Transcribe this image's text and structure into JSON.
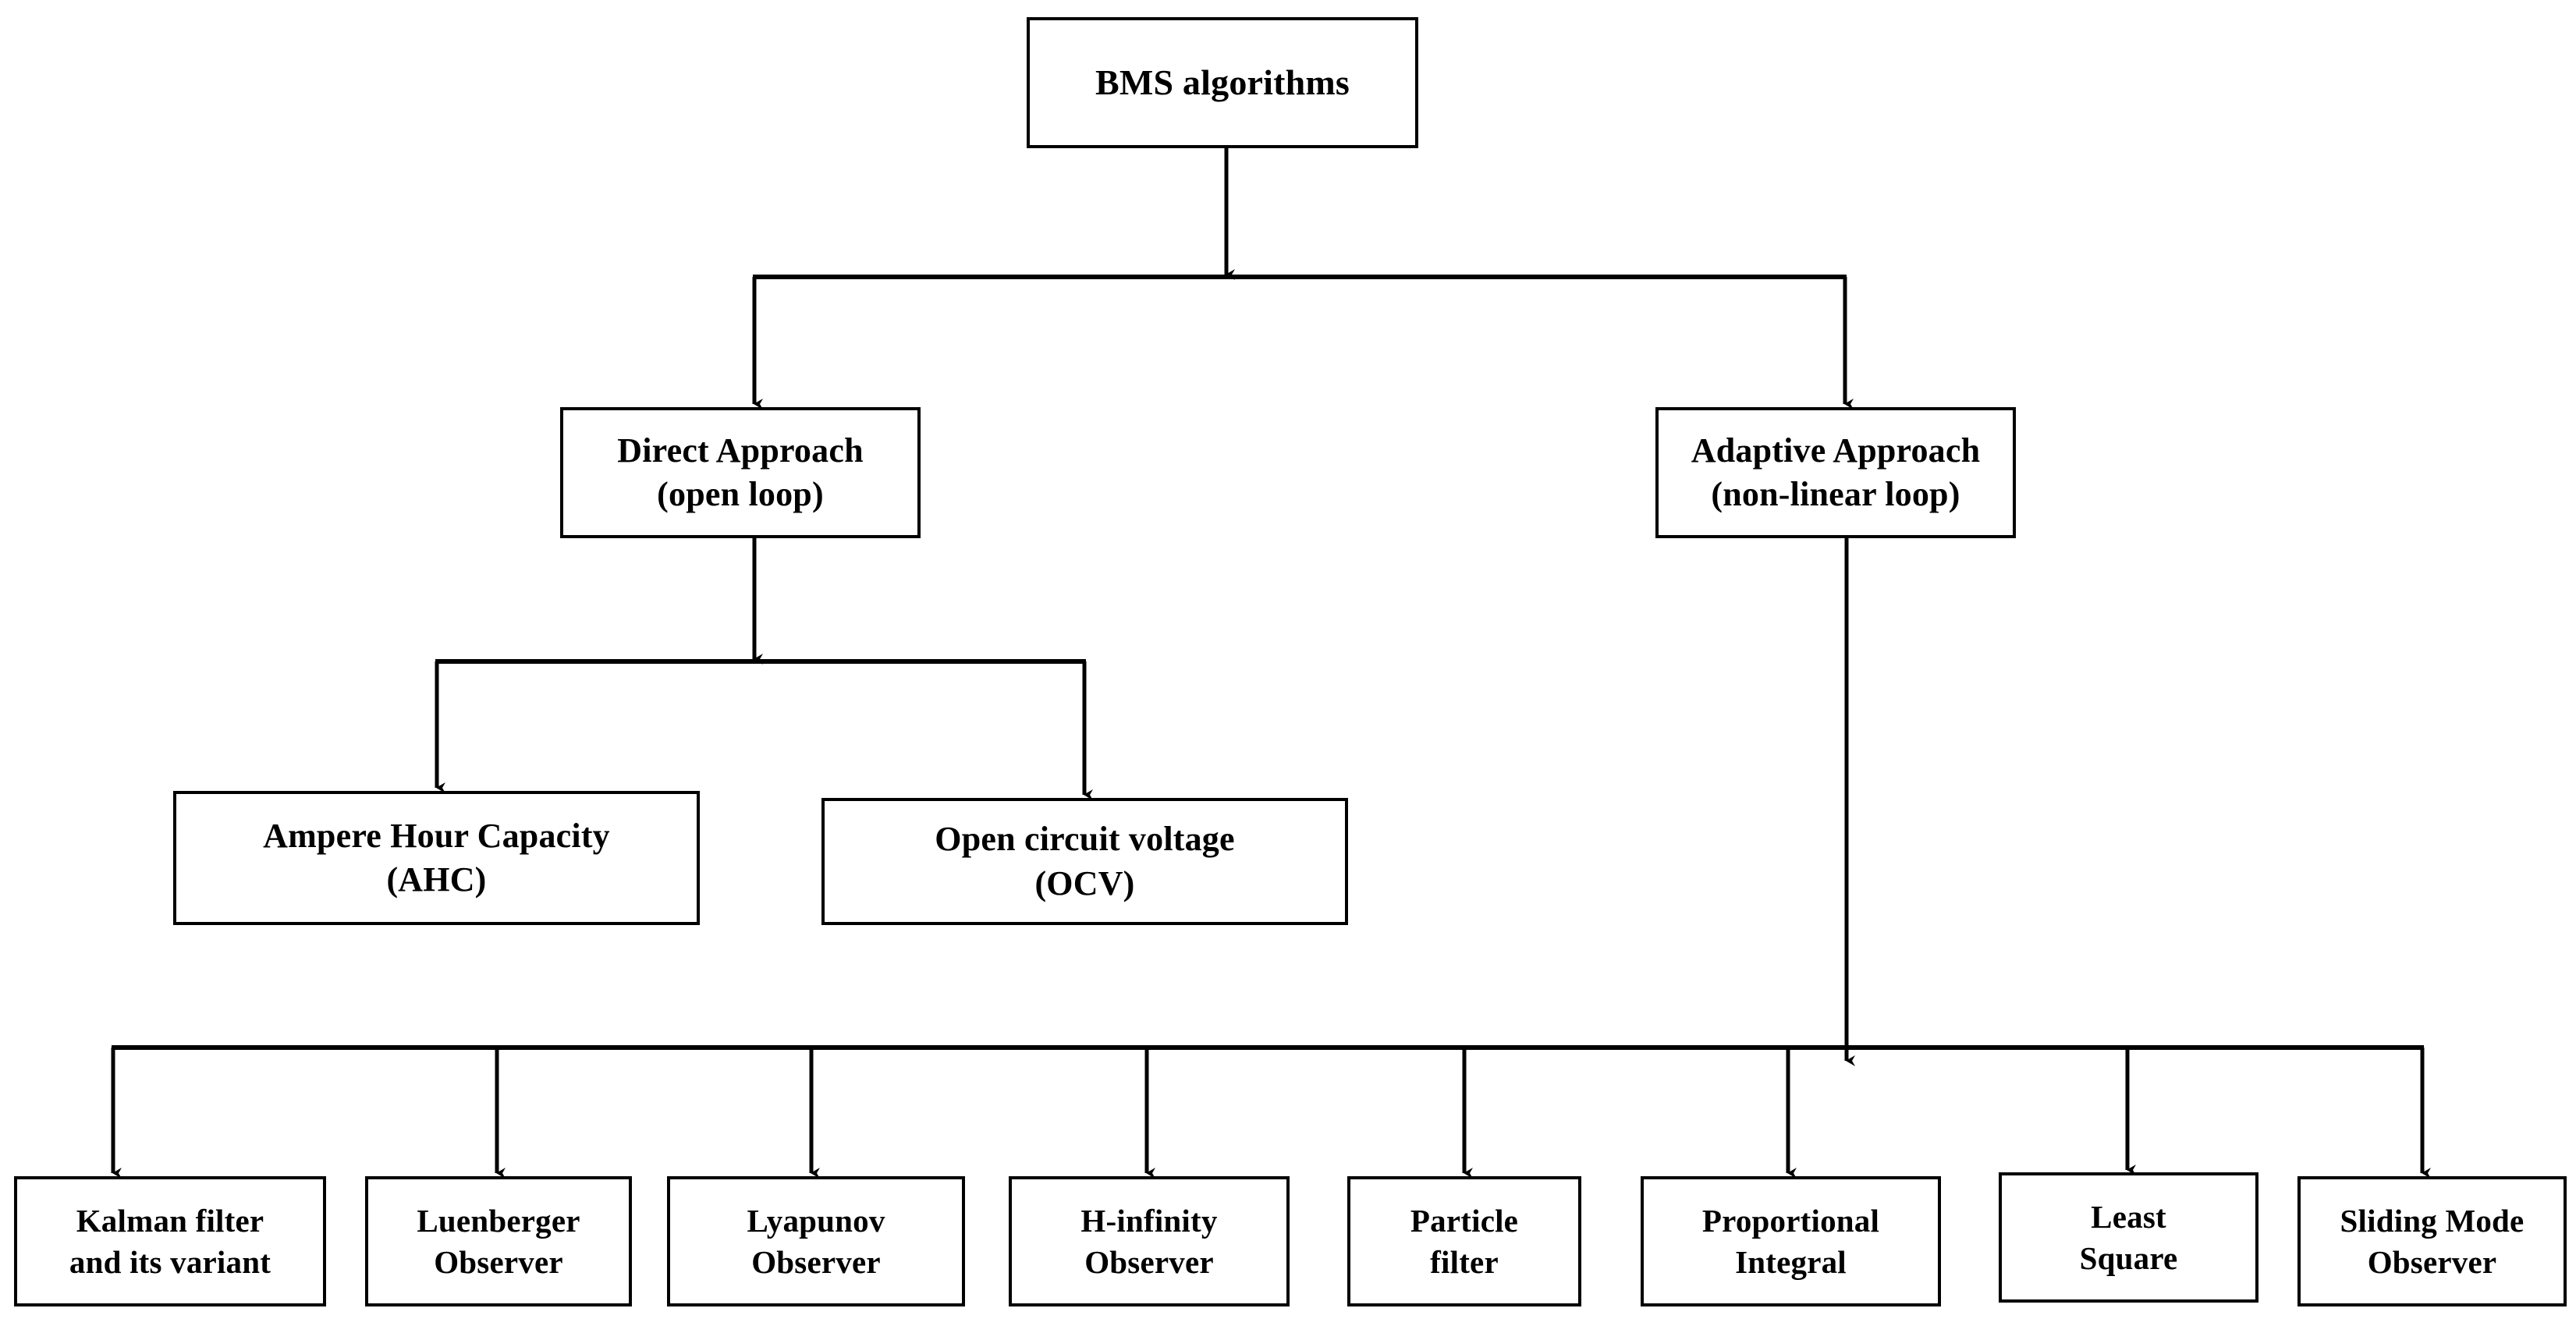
{
  "diagram": {
    "title": "BMS algorithms classification flowchart",
    "orientation": "top-down",
    "stroke_color": "#000000",
    "background_color": "#ffffff",
    "root": {
      "id": "bms-algorithms",
      "lines": [
        "BMS algorithms"
      ]
    },
    "level2": [
      {
        "id": "direct-approach",
        "lines": [
          "Direct Approach",
          "(open loop)"
        ]
      },
      {
        "id": "adaptive-approach",
        "lines": [
          "Adaptive Approach",
          "(non-linear loop)"
        ]
      }
    ],
    "direct_children": [
      {
        "id": "ampere-hour-capacity",
        "lines": [
          "Ampere Hour Capacity",
          "(AHC)"
        ]
      },
      {
        "id": "open-circuit-voltage",
        "lines": [
          "Open circuit voltage",
          "(OCV)"
        ]
      }
    ],
    "adaptive_children": [
      {
        "id": "kalman-filter",
        "lines": [
          "Kalman filter",
          "and its variant"
        ]
      },
      {
        "id": "luenberger-observer",
        "lines": [
          "Luenberger",
          "Observer"
        ]
      },
      {
        "id": "lyapunov-observer",
        "lines": [
          "Lyapunov",
          "Observer"
        ]
      },
      {
        "id": "h-infinity-observer",
        "lines": [
          "H-infinity",
          "Observer"
        ]
      },
      {
        "id": "particle-filter",
        "lines": [
          "Particle",
          "filter"
        ]
      },
      {
        "id": "proportional-integral",
        "lines": [
          "Proportional",
          "Integral"
        ]
      },
      {
        "id": "least-square",
        "lines": [
          "Least",
          "Square"
        ]
      },
      {
        "id": "sliding-mode-observer",
        "lines": [
          "Sliding Mode",
          "Observer"
        ]
      }
    ]
  }
}
